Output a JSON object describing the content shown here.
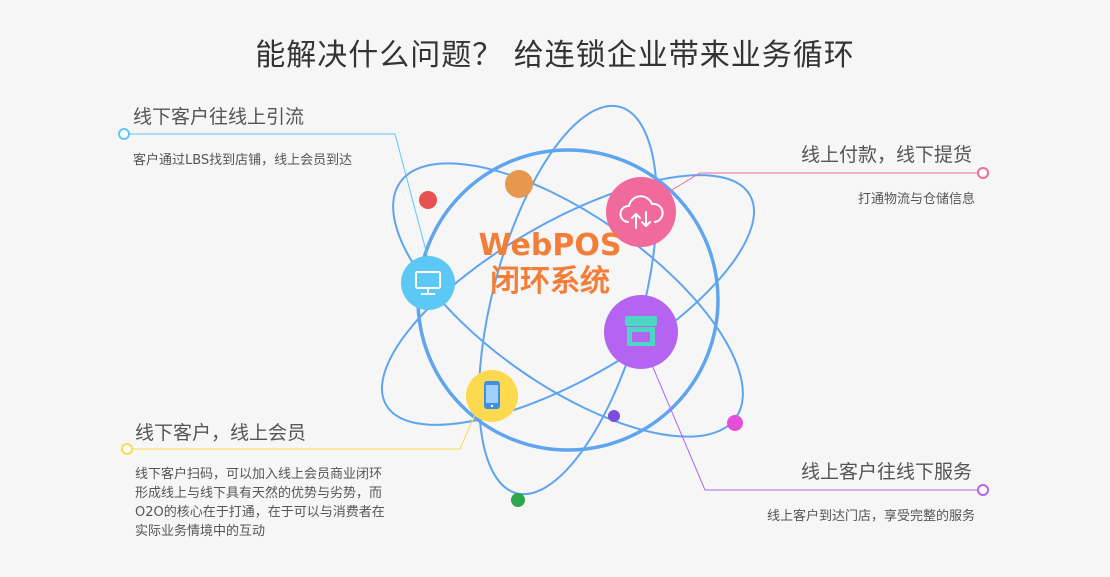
{
  "title": "能解决什么问题？ 给连锁企业带来业务循环",
  "center": {
    "line1": "WebPOS",
    "line2": "闭环系统",
    "color": "#f37e3a"
  },
  "features": [
    {
      "title": "线下客户往线上引流",
      "desc": [
        "客户通过LBS找到店铺，线上会员到达"
      ],
      "color": "#5bc8f5",
      "icon": "monitor-icon"
    },
    {
      "title": "线上付款，线下提货",
      "desc": [
        "打通物流与仓储信息"
      ],
      "color": "#f06a9b",
      "icon": "cloud-sync-icon"
    },
    {
      "title": "线下客户，线上会员",
      "desc": [
        "线下客户扫码，可以加入线上会员商业闭环",
        "形成线上与线下具有天然的优势与劣势，而",
        "O2O的核心在于打通，在于可以与消费者在",
        "实际业务情境中的互动"
      ],
      "color": "#fdd94f",
      "icon": "smartphone-icon"
    },
    {
      "title": "线上客户往线下服务",
      "desc": [
        "线上客户到达门店，享受完整的服务"
      ],
      "color": "#b464f0",
      "icon": "store-icon"
    }
  ],
  "colors": {
    "orbit": "#5fa4ee",
    "title_text": "#333333"
  }
}
